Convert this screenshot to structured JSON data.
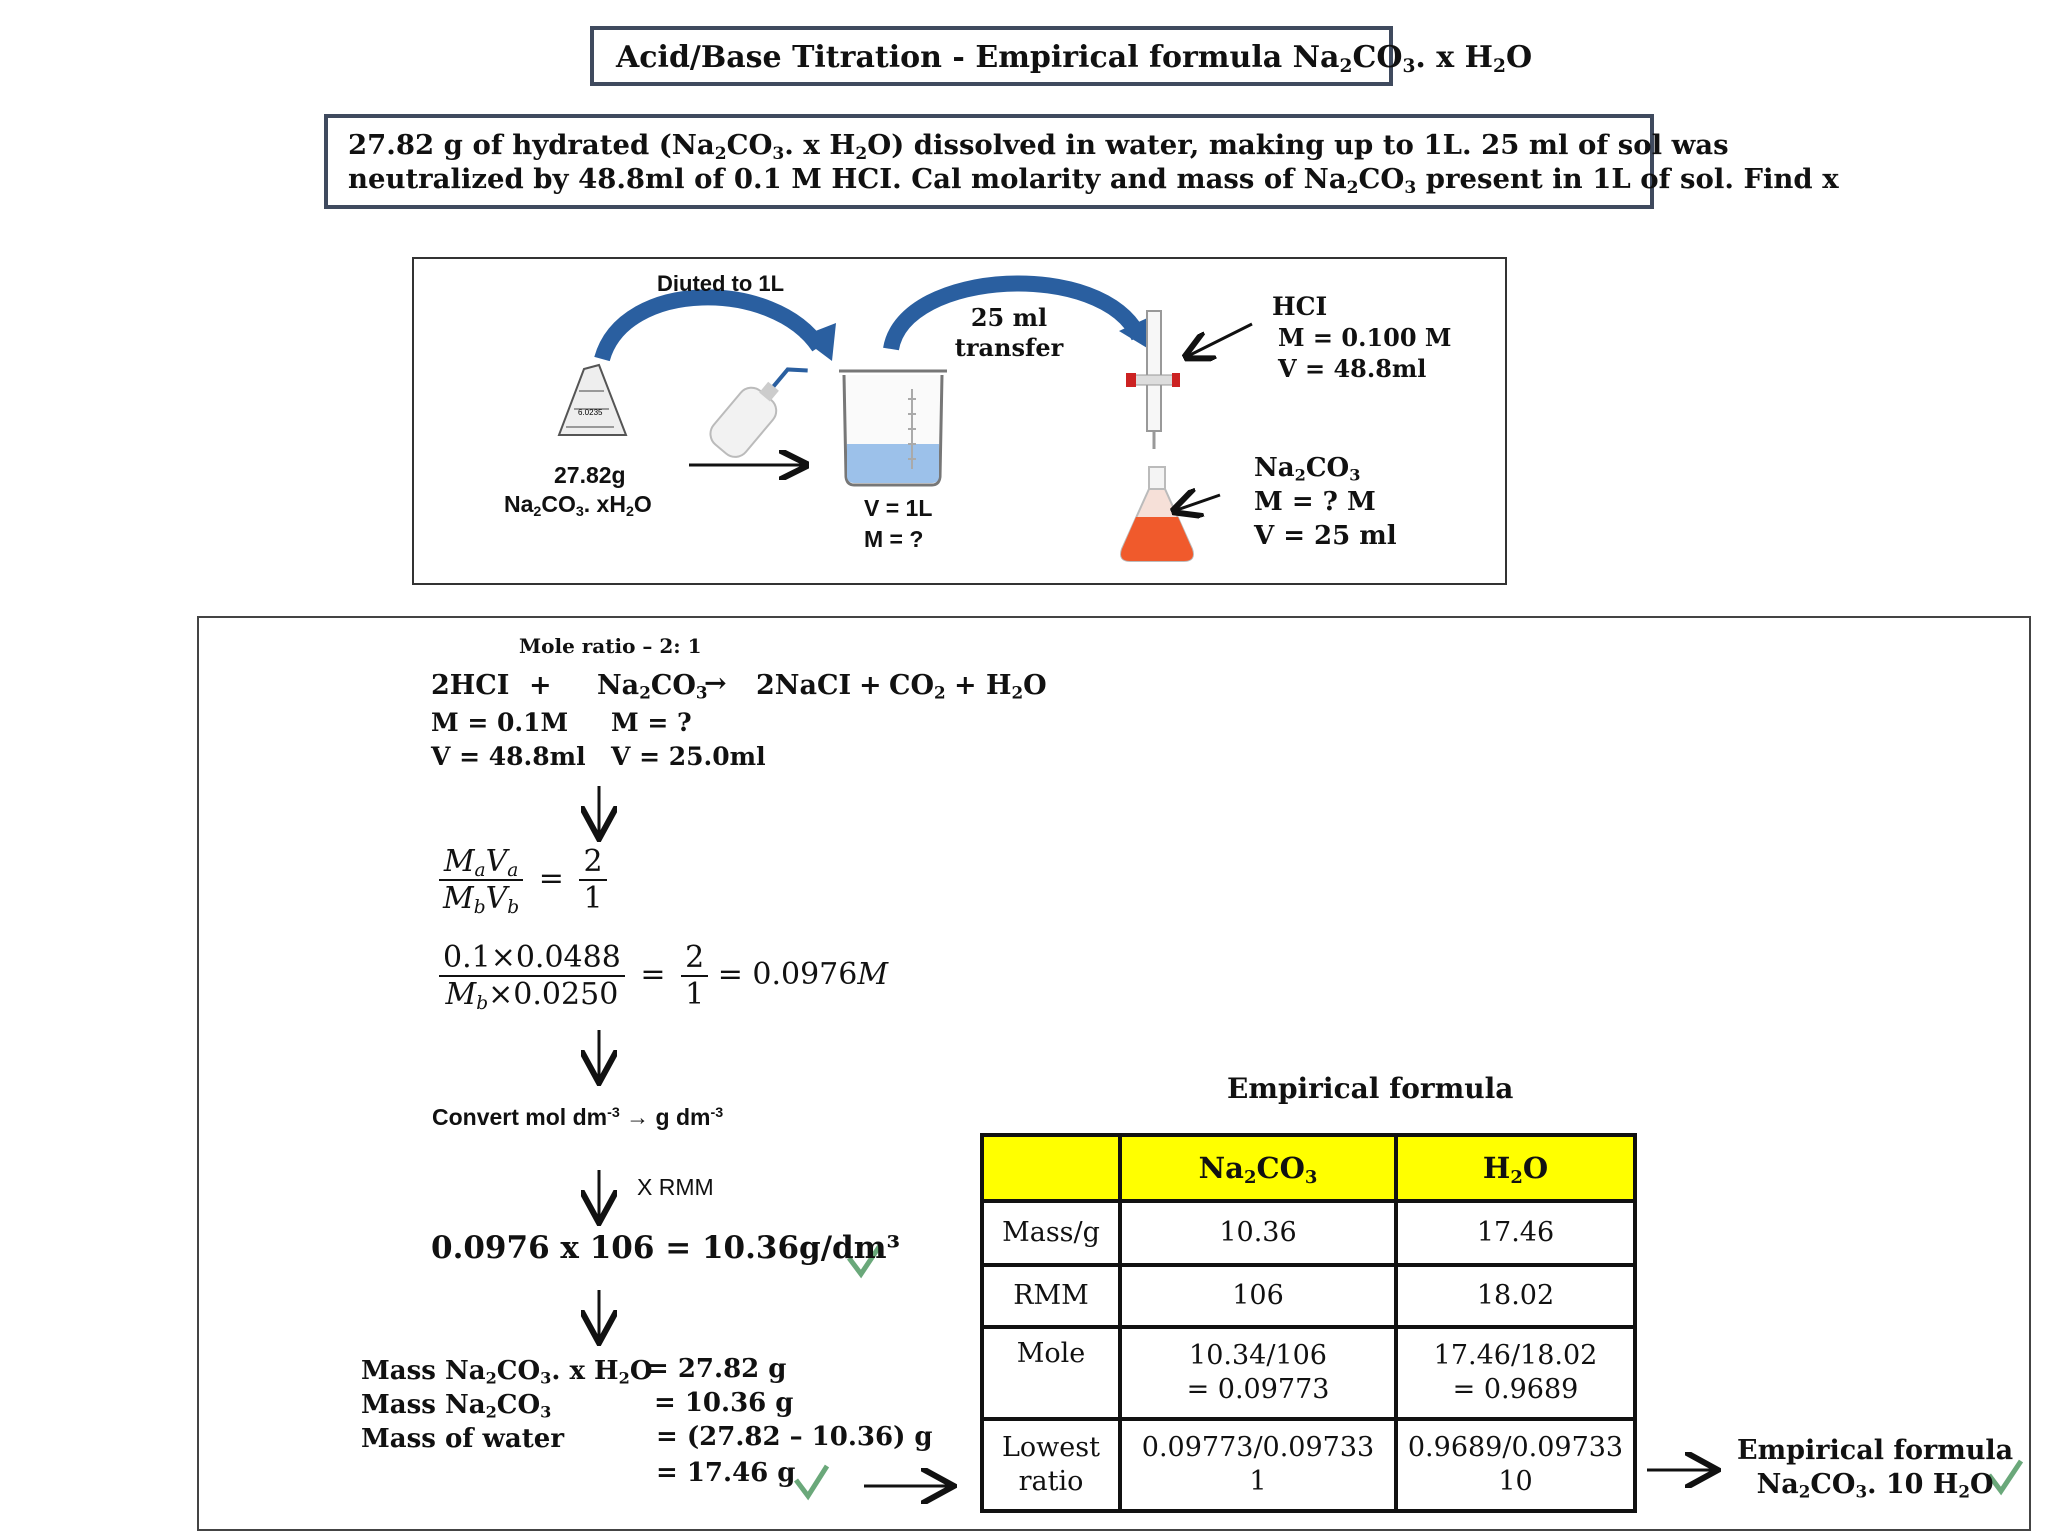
{
  "header": {
    "title_pre": "Acid/Base Titration - Empirical formula Na",
    "title_sub1": "2",
    "title_mid": "CO",
    "title_sub2": "3",
    "title_post": ". x H",
    "title_sub3": "2",
    "title_end": "O"
  },
  "problem": {
    "line1_a": "27.82 g of hydrated (Na",
    "line1_b": "CO",
    "line1_c": ". x H",
    "line1_d": "O) dissolved in water, making up to 1L. 25 ml of sol was",
    "line2_a": "neutralized by 48.8ml of 0.1 M HCI. Cal molarity and mass of Na",
    "line2_b": "CO",
    "line2_c": " present in 1L of sol. Find x",
    "sub2": "2",
    "sub3": "3"
  },
  "diagram": {
    "diluted": "Diuted to 1L",
    "transfer1": "25 ml",
    "transfer2": "transfer",
    "sample_mass": "27.82g",
    "sample_formula_a": "Na",
    "sample_formula_b": "CO",
    "sample_formula_c": ". xH",
    "sample_formula_d": "O",
    "beaker_v": "V = 1L",
    "beaker_m": "M = ?",
    "hcl_label": "HCI",
    "hcl_m": "M = 0.100 M",
    "hcl_v": "V = 48.8ml",
    "flask_a": "Na",
    "flask_b": "CO",
    "flask_m": "M = ? M",
    "flask_v": "V = 25 ml",
    "scale_text": "6.0235"
  },
  "work": {
    "mole_ratio": "Mole ratio – 2: 1",
    "eq_hcl": "2HCI",
    "eq_plus1": "+",
    "eq_na": "Na",
    "eq_co": "CO",
    "eq_arrow": "→",
    "eq_nacl": "2NaCI",
    "eq_plus2": "+",
    "eq_co2a": "CO",
    "eq_plus3": "+",
    "eq_h": "H",
    "eq_o": "O",
    "hcl_m": "M = 0.1M",
    "hcl_v": "V = 48.8ml",
    "na_m": "M = ?",
    "na_v": "V = 25.0ml",
    "f1_ma": "M",
    "f1_va": "V",
    "f1_a": "a",
    "f1_b": "b",
    "f1_2": "2",
    "f1_1": "1",
    "f2_num": "0.1×0.0488",
    "f2_den_m": "M",
    "f2_den_rest": "×0.0250",
    "f2_2": "2",
    "f2_1": "1",
    "f2_result": "= 0.0976",
    "f2_unit": "M",
    "convert": "Convert mol dm",
    "convert_exp": "-3",
    "convert_arrow": " → g dm",
    "convert_exp2": "-3",
    "xrmm": "X RMM",
    "calc": "0.0976 x 106 = 10.36g/dm³",
    "mass_label1_a": "Mass Na",
    "mass_label1_b": "CO",
    "mass_label1_c": ". x H",
    "mass_label1_d": "O",
    "mass_val1": "= 27.82 g",
    "mass_label2_a": "Mass Na",
    "mass_label2_b": "CO",
    "mass_val2": "= 10.36 g",
    "mass_label3": "Mass of water",
    "mass_val3": "= (27.82 – 10.36) g",
    "mass_val4": "= 17.46 g"
  },
  "table": {
    "title": "Empirical formula",
    "col1_a": "Na",
    "col1_b": "CO",
    "col2_a": "H",
    "col2_b": "O",
    "rows": [
      {
        "label": "Mass/g",
        "a1": "10.36",
        "a2": "",
        "b1": "17.46",
        "b2": ""
      },
      {
        "label": "RMM",
        "a1": "106",
        "a2": "",
        "b1": "18.02",
        "b2": ""
      },
      {
        "label": "Mole",
        "a1": "10.34/106",
        "a2": "= 0.09773",
        "b1": "17.46/18.02",
        "b2": "= 0.9689"
      },
      {
        "label": "Lowest ratio",
        "a1": "0.09773/0.09733",
        "a2": "1",
        "b1": "0.9689/0.09733",
        "b2": "10"
      }
    ]
  },
  "result": {
    "line1": "Empirical formula",
    "na": "Na",
    "co": "CO",
    "rest": ". 10 H",
    "o": "O"
  },
  "colors": {
    "arrow_blue": "#2a5fa0",
    "beaker_liquid": "#9cc1ea",
    "flask_liquid": "#f05a2c",
    "table_header": "#ffff00",
    "check_green": "#6aa87a",
    "box_border": "#3f4a5e"
  }
}
